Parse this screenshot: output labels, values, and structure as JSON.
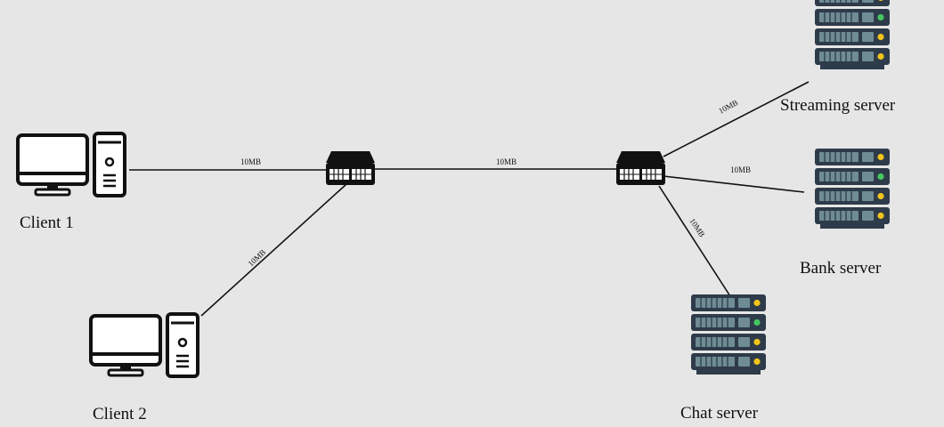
{
  "colors": {
    "background": "#e6e6e6",
    "line": "#111111",
    "server_body": "#2e3b4a",
    "server_slot": "#6f8c94",
    "led_green": "#45c75f",
    "led_yellow": "#f0c419",
    "switch_body": "#111111"
  },
  "nodes": {
    "client1": {
      "label": "Client 1",
      "icon": "desktop-computer-icon"
    },
    "client2": {
      "label": "Client 2",
      "icon": "desktop-computer-icon"
    },
    "switch1": {
      "icon": "network-switch-icon"
    },
    "switch2": {
      "icon": "network-switch-icon"
    },
    "streaming": {
      "label": "Streaming server",
      "icon": "server-rack-icon"
    },
    "bank": {
      "label": "Bank server",
      "icon": "server-rack-icon"
    },
    "chat": {
      "label": "Chat server",
      "icon": "server-rack-icon"
    }
  },
  "links": [
    {
      "from": "client1",
      "to": "switch1",
      "label": "10MB"
    },
    {
      "from": "client2",
      "to": "switch1",
      "label": "10MB"
    },
    {
      "from": "switch1",
      "to": "switch2",
      "label": "10MB"
    },
    {
      "from": "switch2",
      "to": "streaming",
      "label": "10MB"
    },
    {
      "from": "switch2",
      "to": "bank",
      "label": "10MB"
    },
    {
      "from": "switch2",
      "to": "chat",
      "label": "10MB"
    }
  ]
}
